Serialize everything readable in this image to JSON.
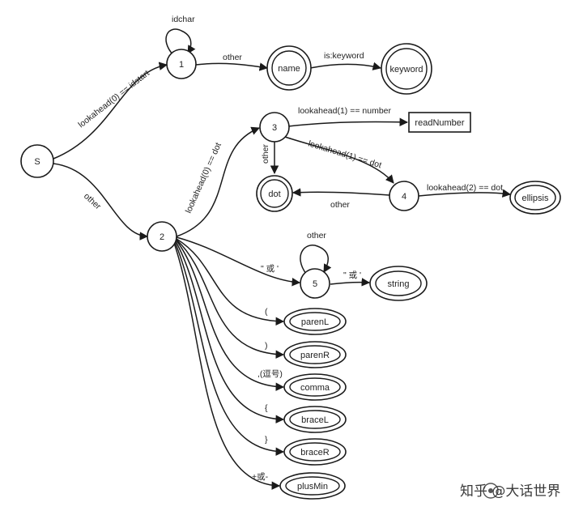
{
  "diagram": {
    "nodes": {
      "s": "S",
      "n1": "1",
      "n2": "2",
      "n3": "3",
      "n4": "4",
      "n5": "5",
      "name": "name",
      "keyword": "keyword",
      "readnumber": "readNumber",
      "dot": "dot",
      "ellipsis": "ellipsis",
      "string": "string",
      "parenl": "parenL",
      "parenr": "parenR",
      "comma": "comma",
      "bracel": "braceL",
      "bracer": "braceR",
      "plusmin": "plusMin"
    },
    "edges": {
      "idchar": "idchar",
      "s_to_1": "lookahead(0) == idstart",
      "one_to_name": "other",
      "name_to_keyword": "is:keyword",
      "s_to_2": "other",
      "two_to_3": "lookahead(0) == dot",
      "three_to_readnumber": "lookahead(1) == number",
      "three_to_dot": "other",
      "three_to_4": "lookahead(1) == dot",
      "four_to_dot": "other",
      "four_to_ellipsis": "lookahead(2) == dot",
      "five_loop": "other",
      "two_to_5": "\" 或 '",
      "five_to_string": "\" 或 '",
      "two_to_parenl": "(",
      "two_to_parenr": ")",
      "two_to_comma": ",(逗号)",
      "two_to_bracel": "{",
      "two_to_bracer": "}",
      "two_to_plusmin": "+或-"
    }
  },
  "watermark": "知乎 @大话世界",
  "icons": {
    "watermark_logo": "zhihu-logo-icon"
  }
}
